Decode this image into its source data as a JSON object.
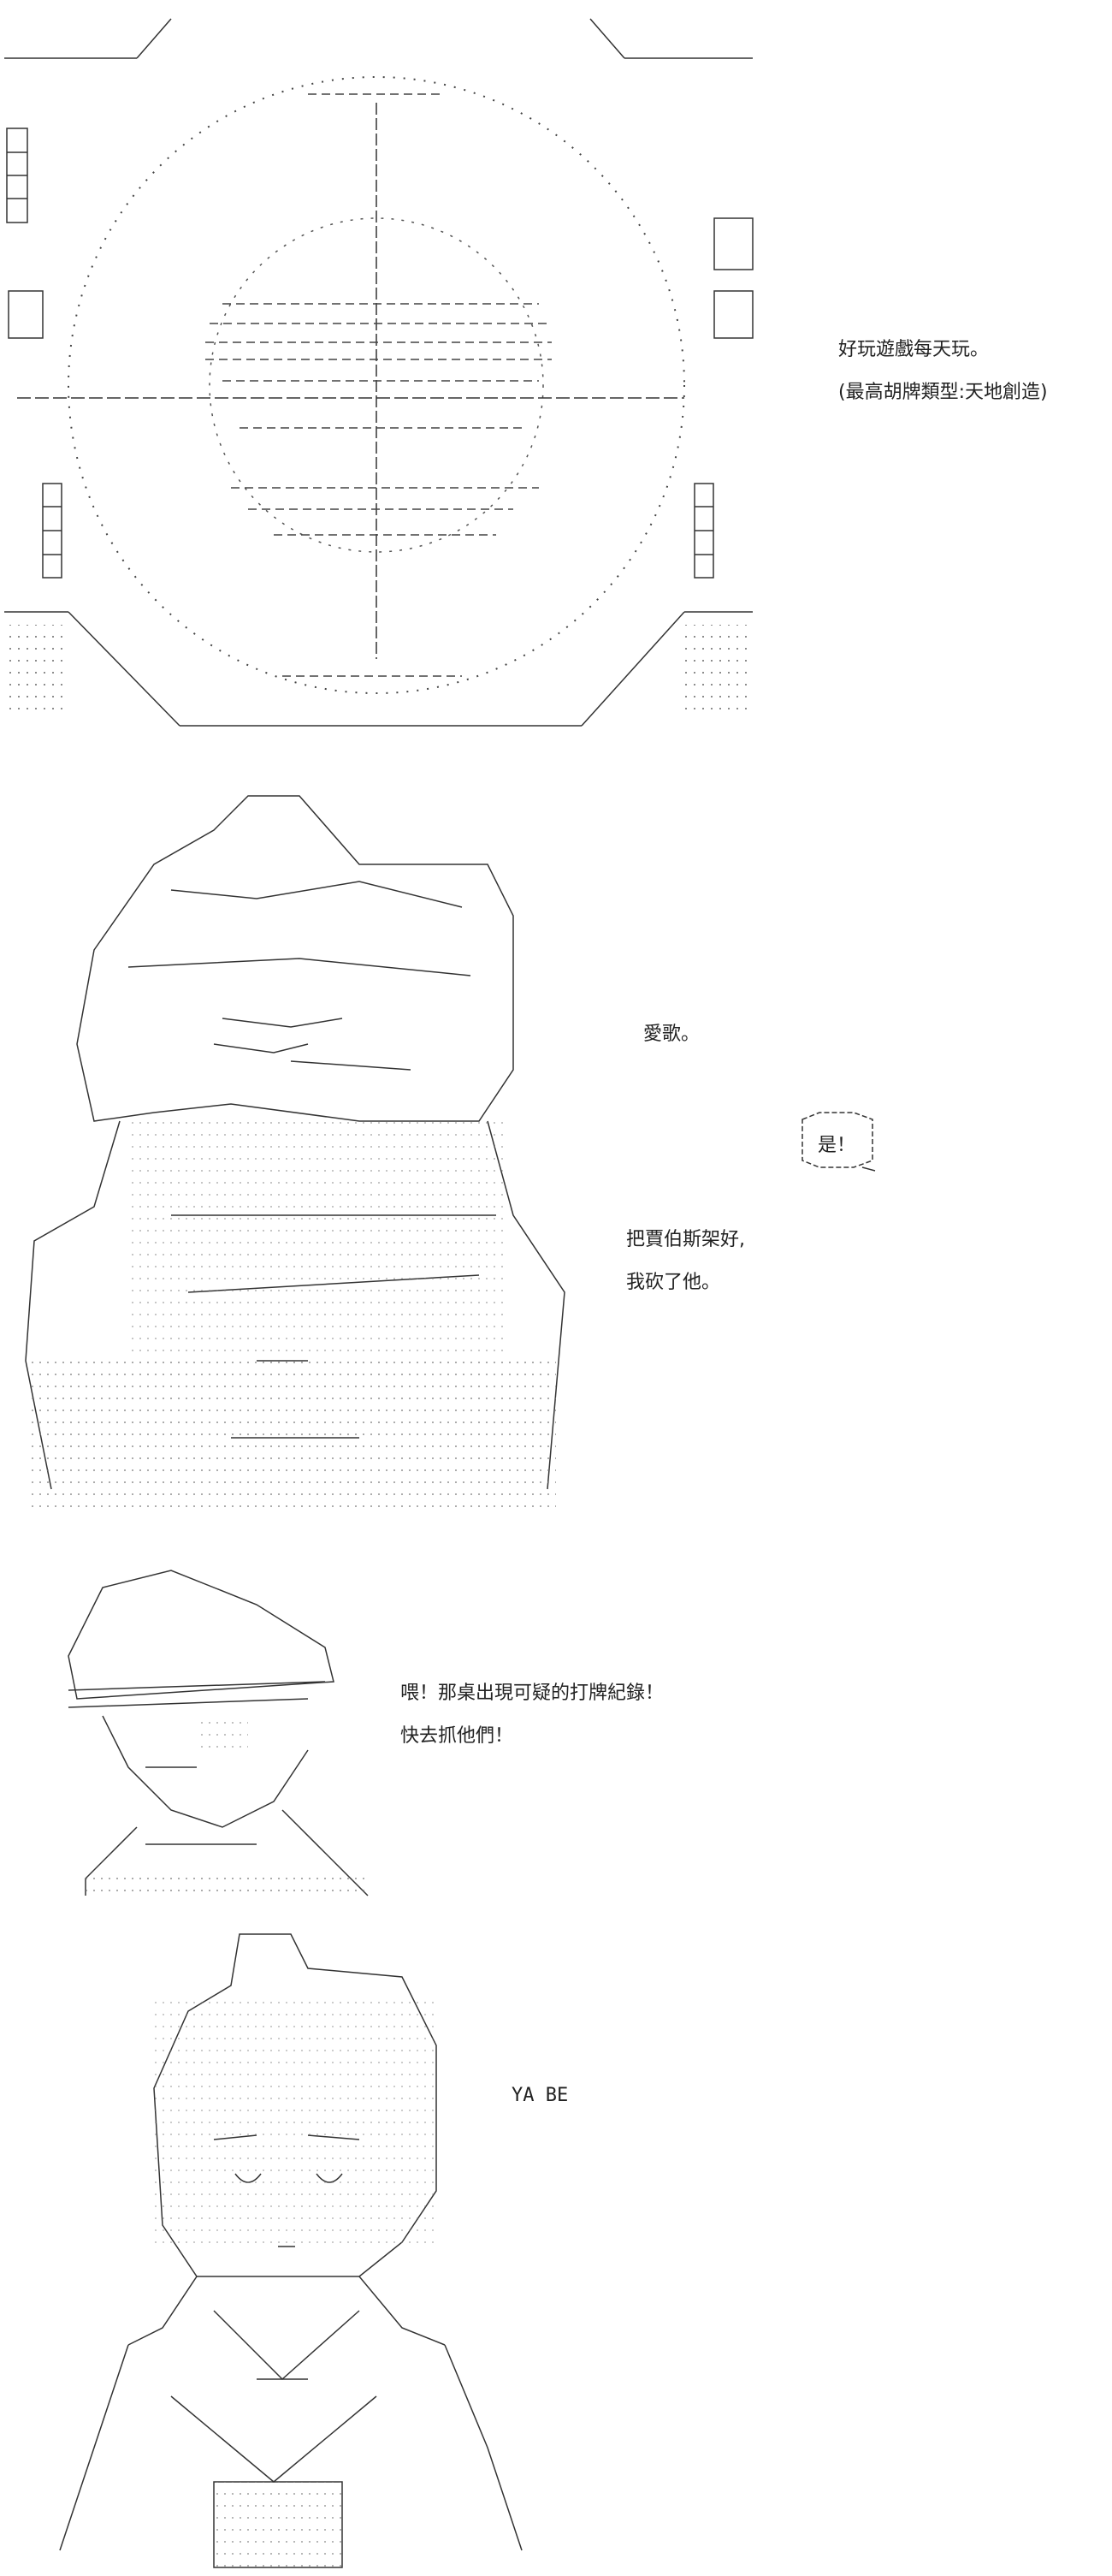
{
  "panel1": {
    "line1": "好玩遊戲每天玩。",
    "line2": "(最高胡牌類型:天地創造)"
  },
  "panel2": {
    "speech1": "愛歌。",
    "bubble": "是！",
    "speech2": "把賈伯斯架好,",
    "speech3": "我砍了他。"
  },
  "panel3": {
    "speech1": "喂！那桌出現可疑的打牌紀錄！",
    "speech2": "快去抓他們！"
  },
  "panel4": {
    "speech1": "YA  BE"
  },
  "colors": {
    "ink": "#333333",
    "background": "#ffffff"
  }
}
